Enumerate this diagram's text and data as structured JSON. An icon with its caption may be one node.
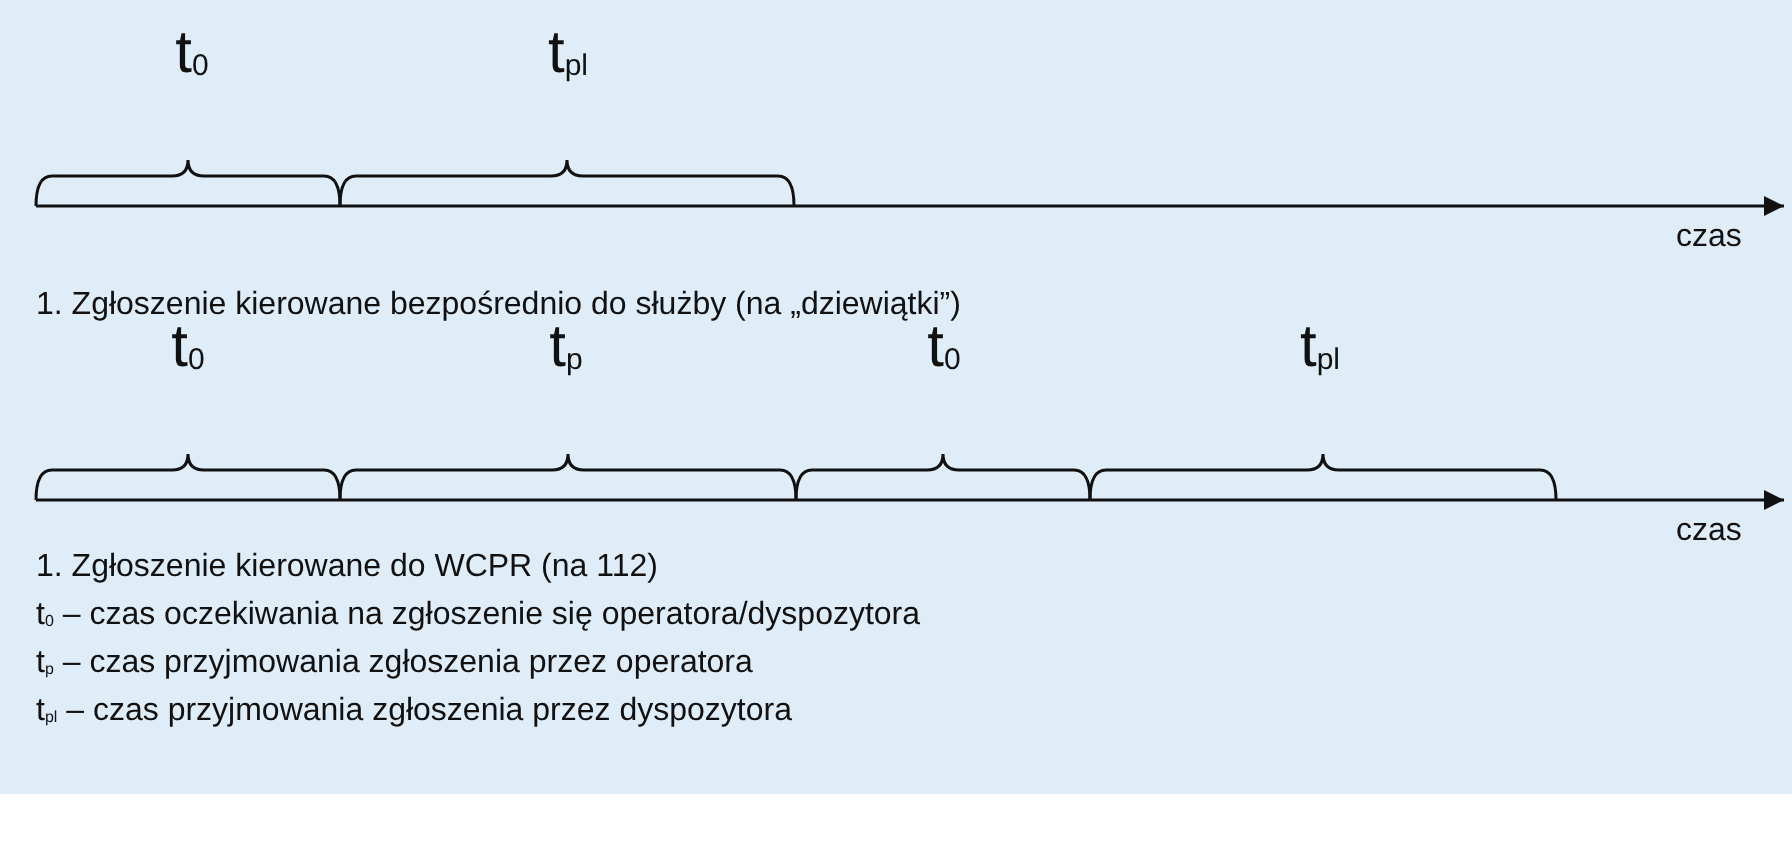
{
  "diagram": {
    "labels": [
      "t$_{0}$",
      "t$_{pl}$",
      "czas",
      "1. Zgłoszenie kierowane bezpośrednio do służby (na „dziewiątki”)",
      "t$_{0}$",
      "t$_{p}$",
      "t$_{0}$",
      "t$_{pl}$",
      "czas",
      "1. Zgłoszenie kierowane do WCPR (na 112)",
      "t$_{0}$ – czas oczekiwania na zgłoszenie się operatora/dyspozytora",
      "t$_{p}$ – czas przyjmowania zgłoszenia przez operatora",
      "t$_{pl}$ – czas przyjmowania zgłoszenia przez dyspozytora"
    ]
  }
}
